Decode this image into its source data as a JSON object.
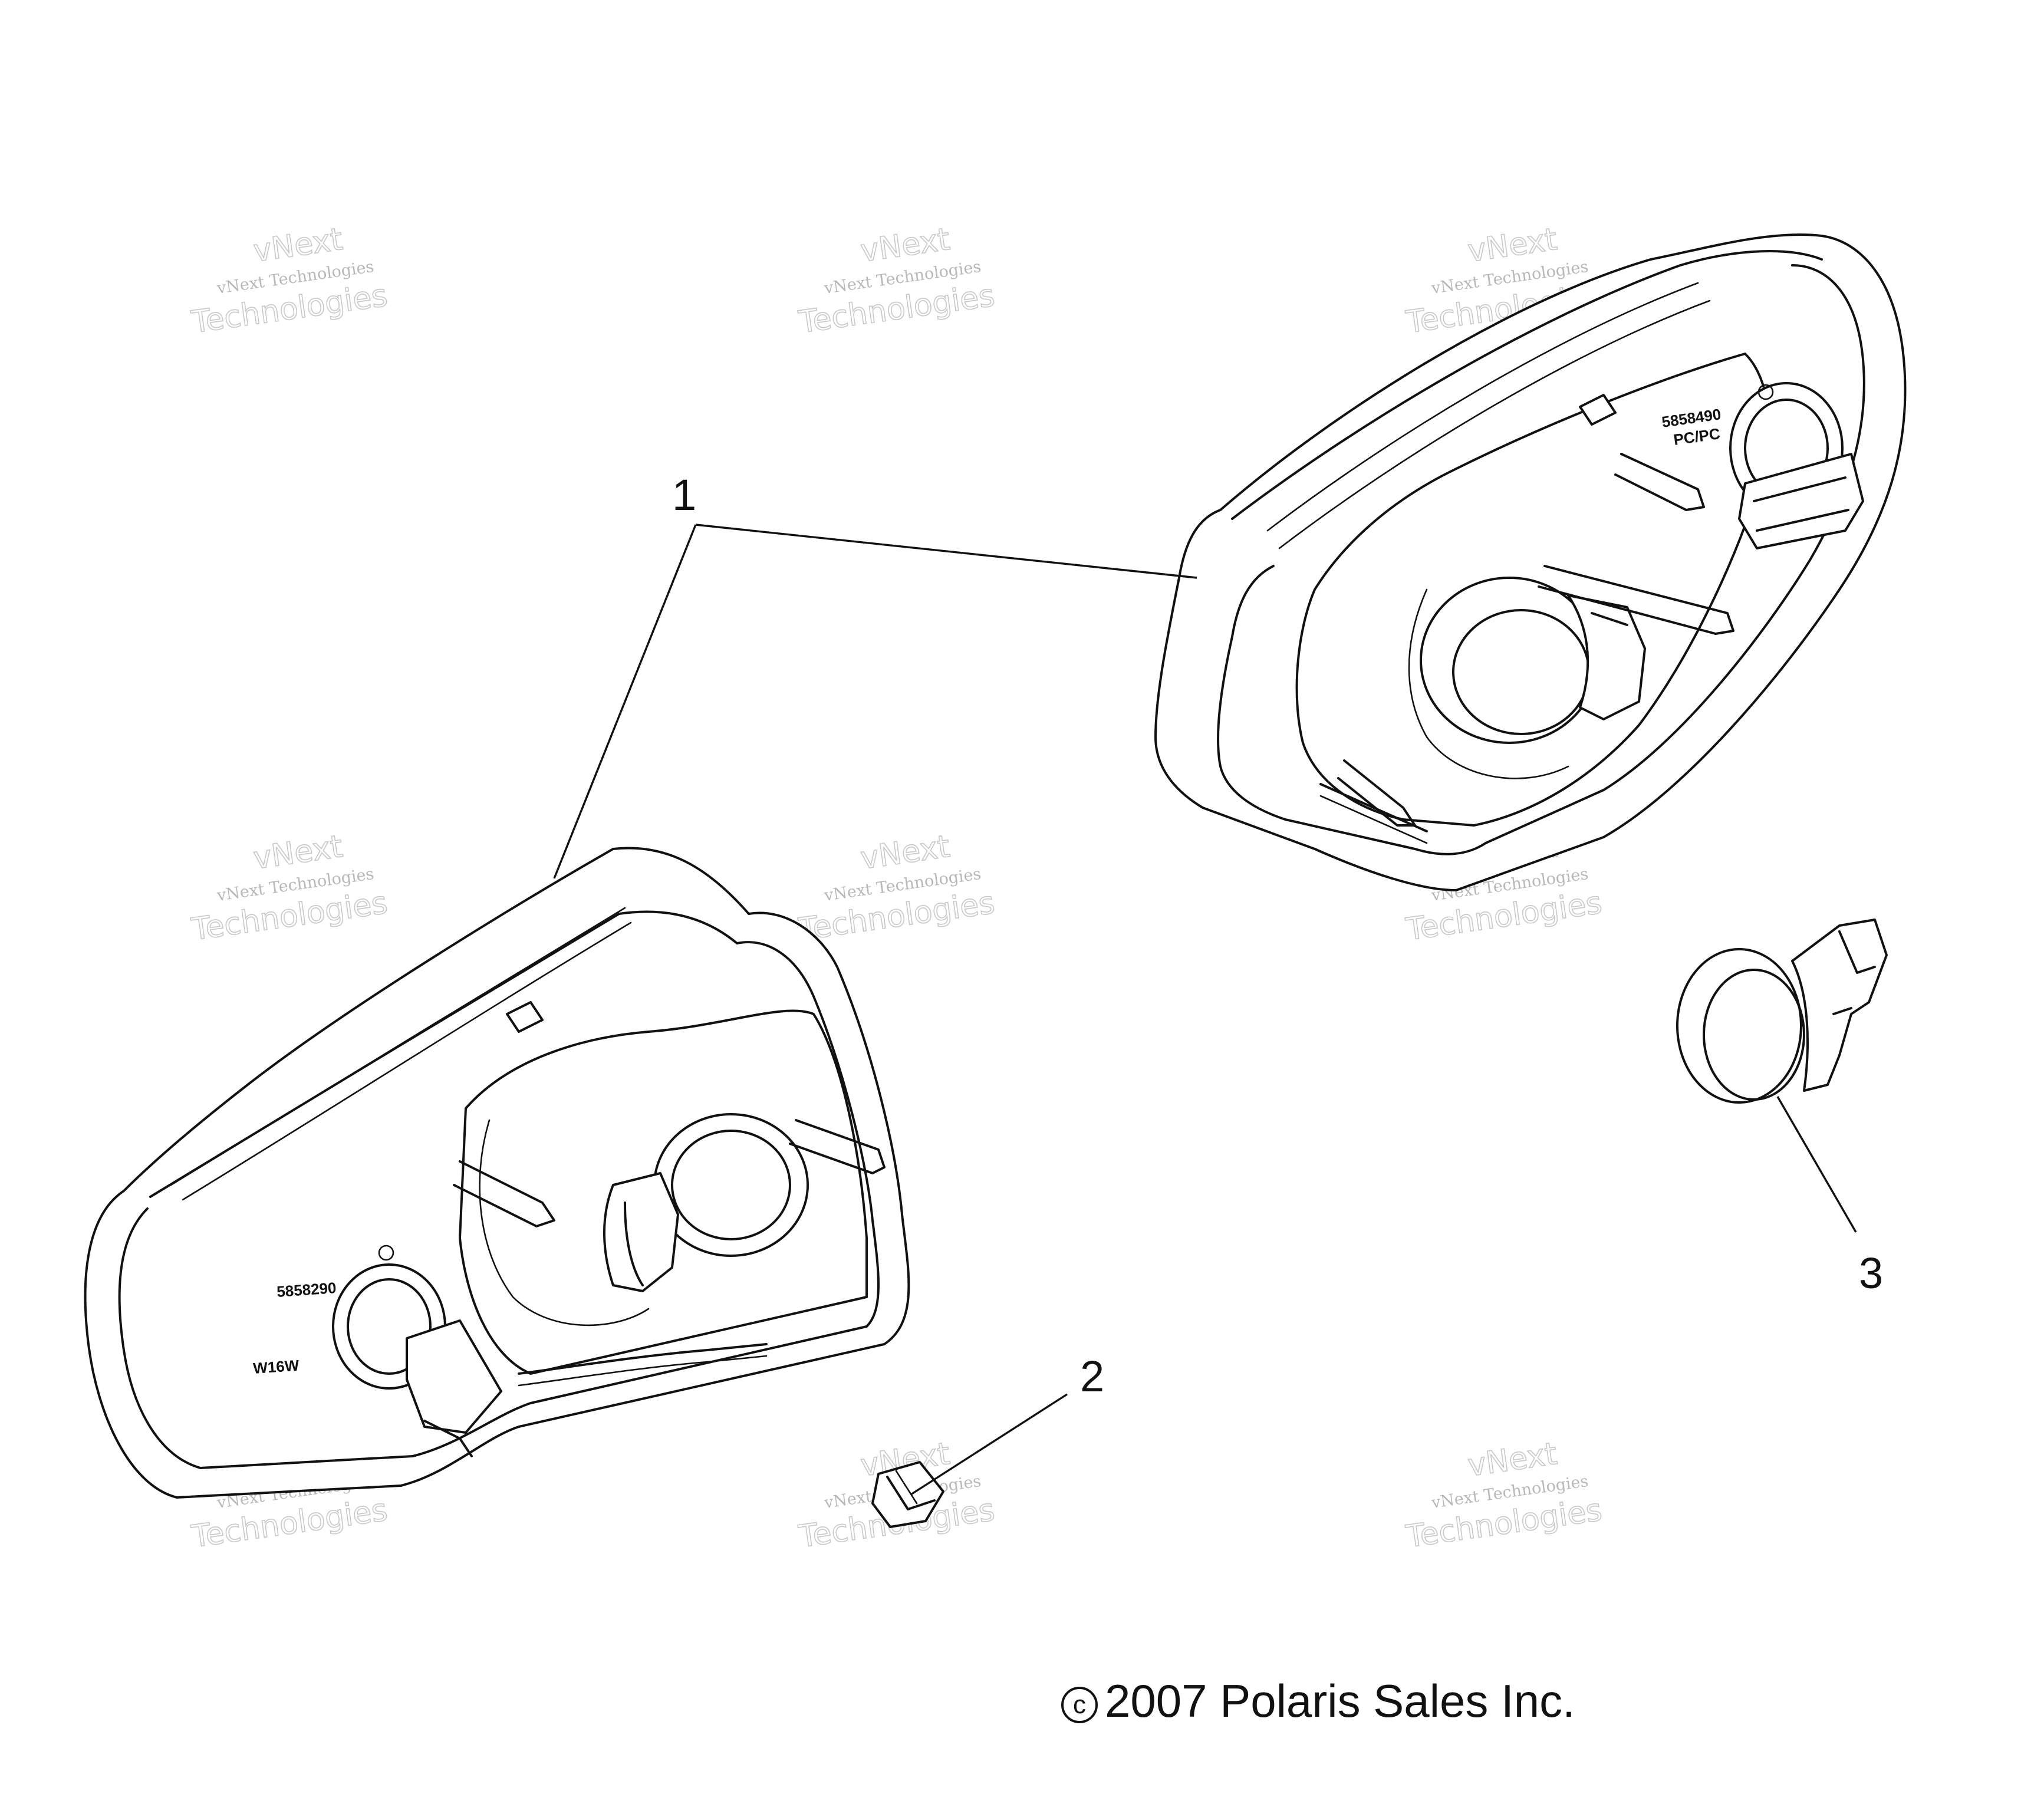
{
  "callouts": {
    "part_1": "1",
    "part_2": "2",
    "part_3": "3"
  },
  "part_markings": {
    "left_housing_code": "5858290",
    "left_bulb_rating": "W16W",
    "right_housing_code": "5858490",
    "right_housing_material": "PC/PC"
  },
  "watermark": {
    "line_small": "vNext Technologies",
    "line_big_1": "vNext",
    "line_big_2": "Technologies"
  },
  "footer": {
    "copyright_symbol": "c",
    "copyright_text": "2007 Polaris Sales Inc."
  }
}
